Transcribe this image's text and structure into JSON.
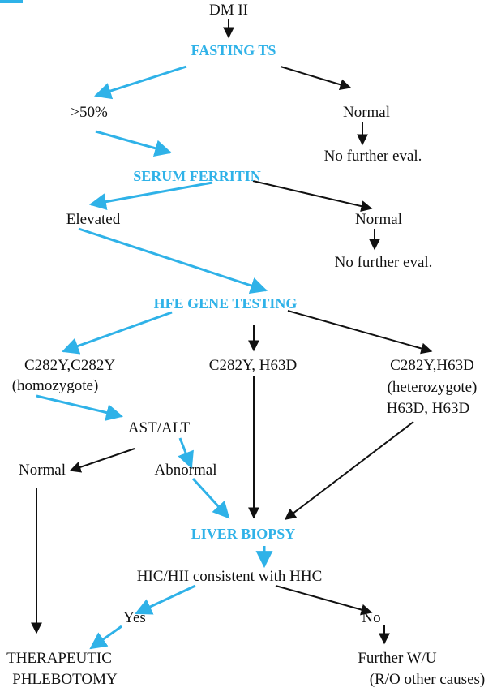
{
  "nodes": {
    "dm2": "DM II",
    "fasting_ts": "FASTING TS",
    "gt50": ">50%",
    "normal1": "Normal",
    "nfe1": "No further eval.",
    "serum_ferritin": "SERUM FERRITIN",
    "elevated": "Elevated",
    "normal2": "Normal",
    "nfe2": "No further eval.",
    "hfe": "HFE GENE TESTING",
    "c282y_homo_1": "C282Y,C282Y",
    "c282y_homo_2": "(homozygote)",
    "c282y_h63d": "C282Y, H63D",
    "hetero_1": "C282Y,H63D",
    "hetero_2": "(heterozygote)",
    "hetero_3": "H63D, H63D",
    "ast_alt": "AST/ALT",
    "normal3": "Normal",
    "abnormal": "Abnormal",
    "liver_biopsy": "LIVER BIOPSY",
    "hic": "HIC/HII consistent with HHC",
    "yes": "Yes",
    "no": "No",
    "therapeutic_1": "THERAPEUTIC",
    "therapeutic_2": "PHLEBOTOMY",
    "further_1": "Further W/U",
    "further_2": "(R/O other causes)"
  },
  "colors": {
    "accent": "#2fb2e8",
    "ink": "#111111"
  }
}
